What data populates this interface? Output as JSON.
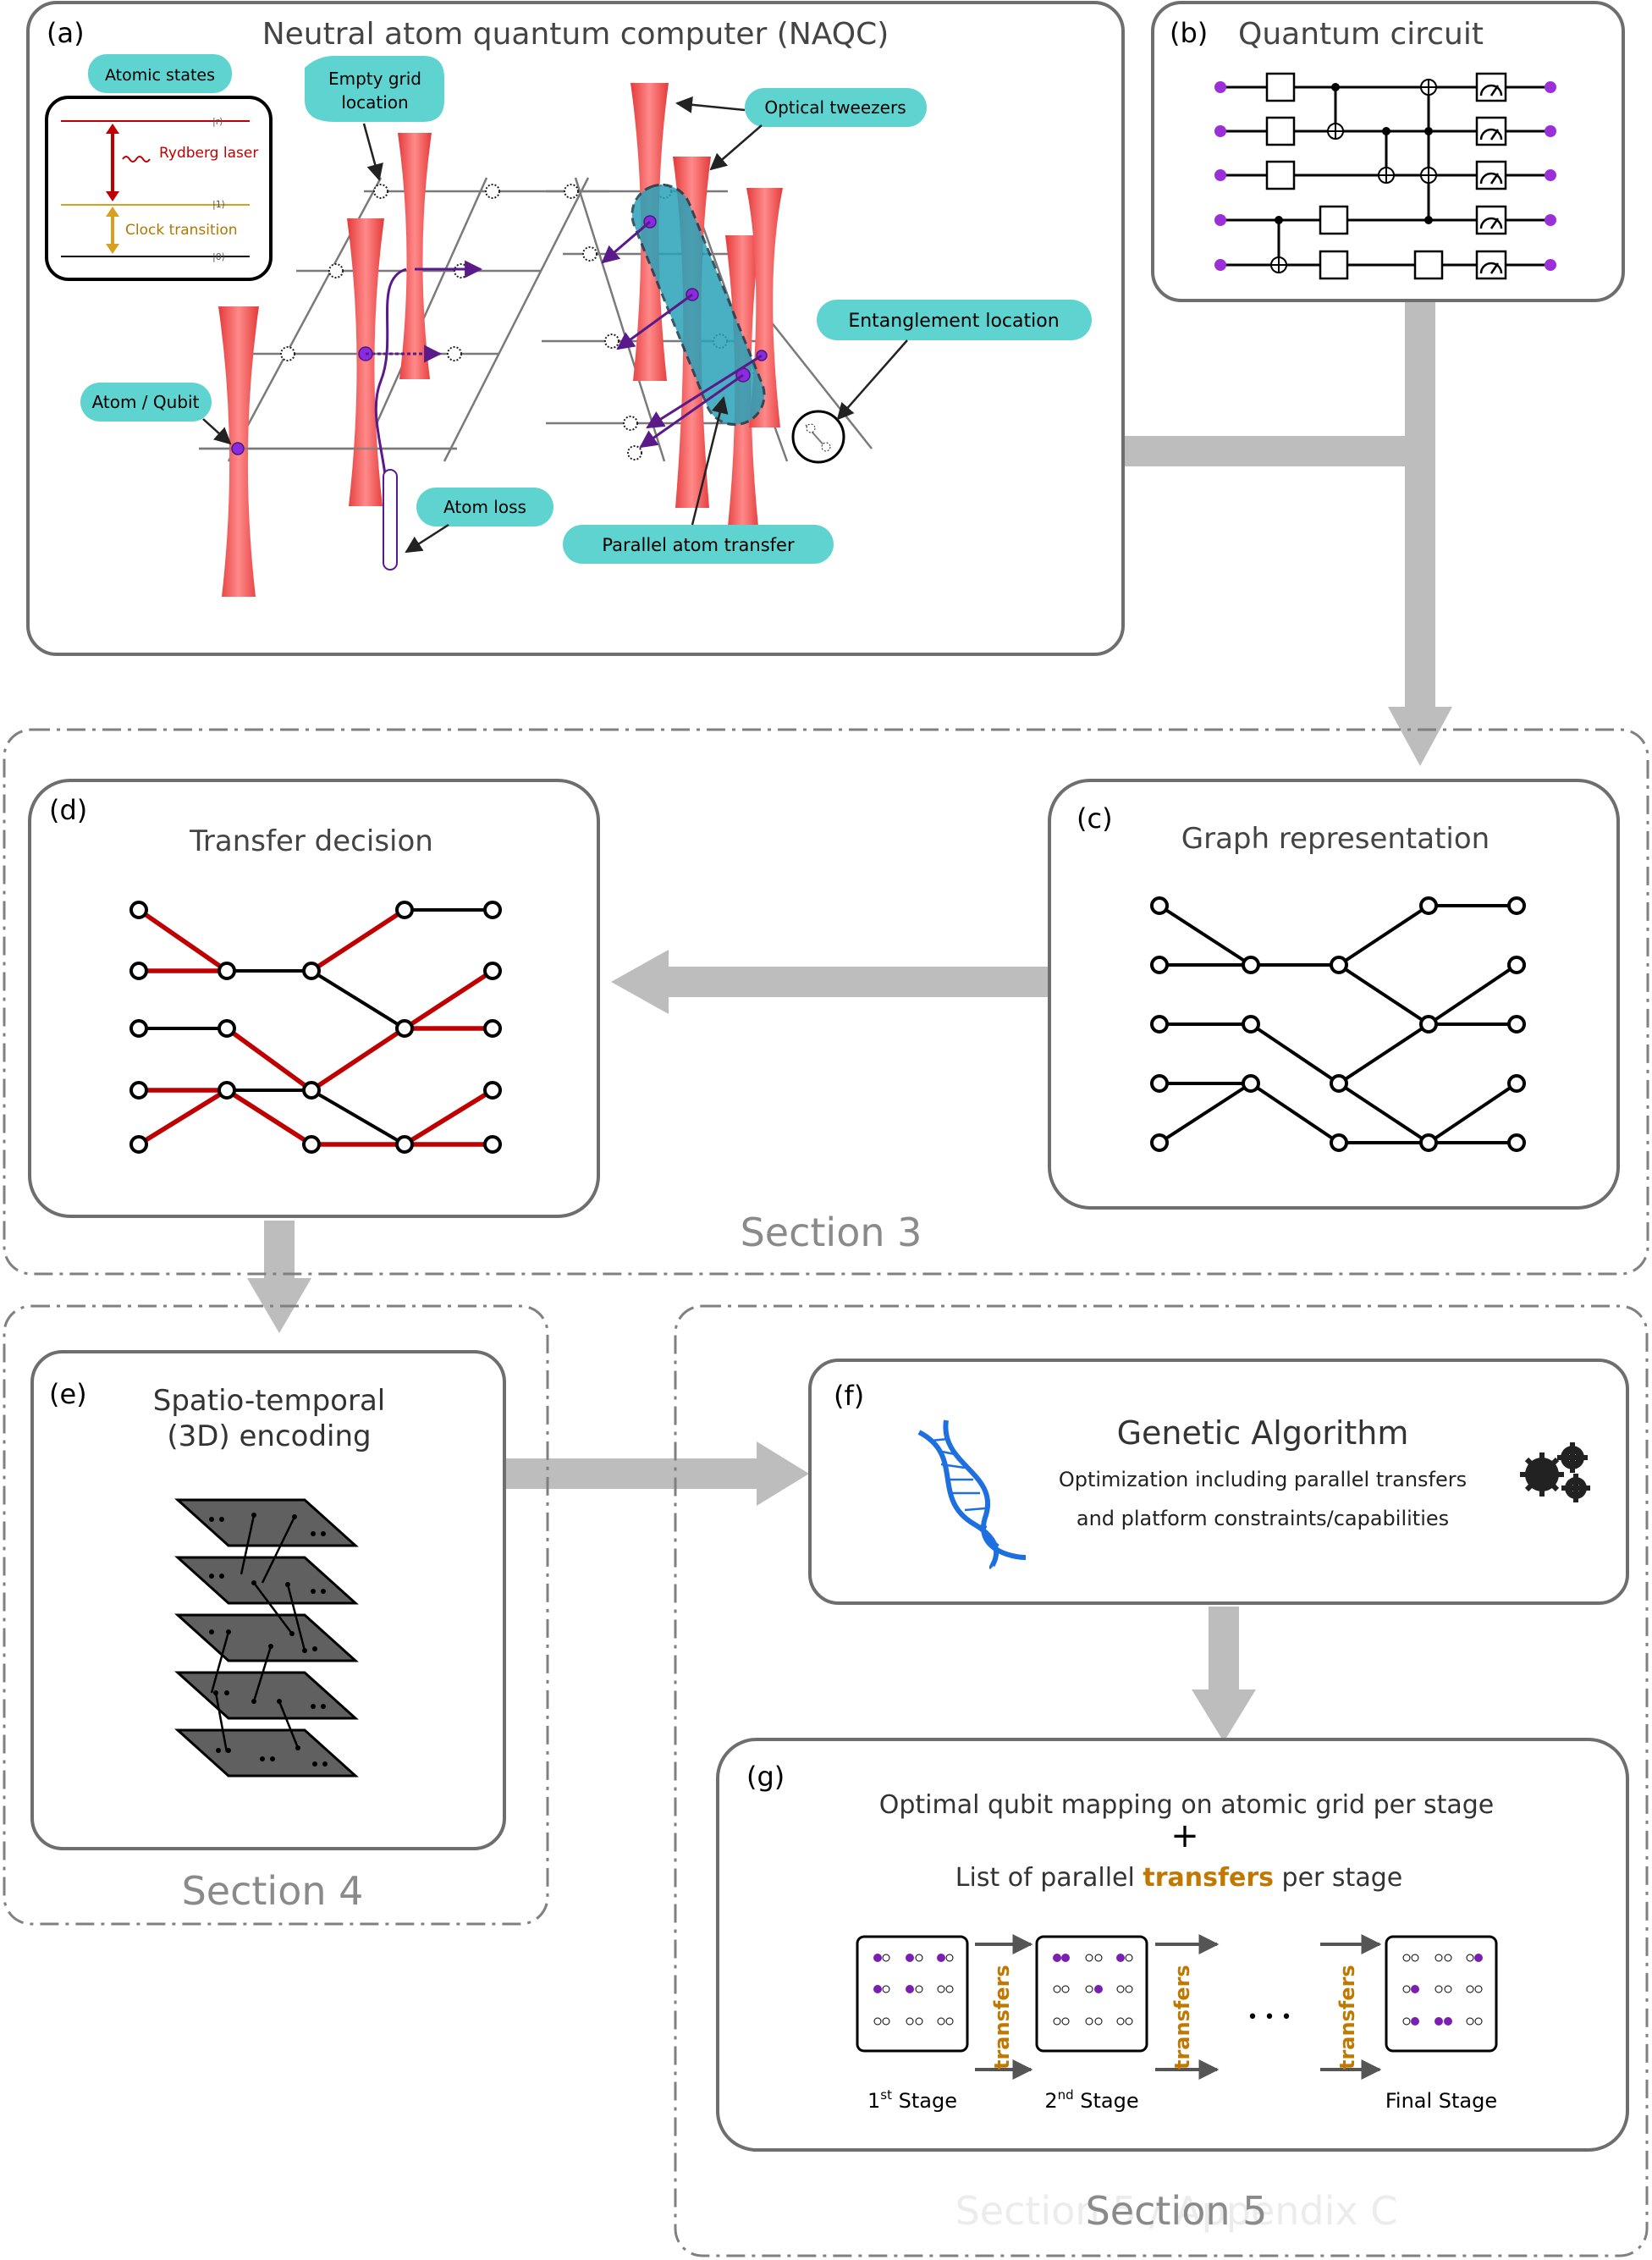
{
  "panel_a": {
    "label": "(a)",
    "title": "Neutral atom quantum computer (NAQC)",
    "atomic_states": {
      "tag": "Atomic states",
      "ket_r": "|r⟩",
      "ket_1": "|1⟩",
      "ket_0": "|0⟩",
      "rydberg_laser": "Rydberg laser",
      "clock_transition": "Clock transition"
    },
    "callouts": {
      "empty_grid": [
        "Empty grid",
        "location"
      ],
      "optical_tweezers": "Optical tweezers",
      "entanglement_location": "Entanglement location",
      "atom_qubit": "Atom / Qubit",
      "atom_loss": "Atom loss",
      "parallel_transfer": "Parallel atom transfer"
    }
  },
  "panel_b": {
    "label": "(b)",
    "title": "Quantum circuit"
  },
  "panel_c": {
    "label": "(c)",
    "title": "Graph representation"
  },
  "panel_d": {
    "label": "(d)",
    "title": "Transfer decision"
  },
  "panel_e": {
    "label": "(e)",
    "title": [
      "Spatio-temporal",
      "(3D) encoding"
    ]
  },
  "panel_f": {
    "label": "(f)",
    "title": "Genetic Algorithm",
    "subtitle": [
      "Optimization including parallel transfers",
      "and platform constraints/capabilities"
    ]
  },
  "panel_g": {
    "label": "(g)",
    "line1": "Optimal qubit mapping on atomic grid per stage",
    "plus": "+",
    "line3_pre": "List of parallel ",
    "line3_highlight": "transfers",
    "line3_post": " per stage",
    "stage1_num": "1",
    "stage1_sup": "st",
    "stage1_word": " Stage",
    "stage2_num": "2",
    "stage2_sup": "nd",
    "stage2_word": " Stage",
    "final_stage": "Final Stage",
    "transfers": "transfers",
    "ellipsis": "• • •"
  },
  "sections": {
    "s3": "Section 3",
    "s4": "Section 4",
    "s5": "Section 5",
    "s5_ghost": "Section 5 / Appendix C"
  },
  "colors": {
    "tweezer": "#f26060",
    "callout_bg": "#5fd3d0",
    "atom": "#8a2be2",
    "red_edge": "#c00000",
    "transfer_text": "#c07800",
    "arrow_gray": "#bdbdbd",
    "frame": "#6e6e6e",
    "dna": "#1e6fe0"
  }
}
